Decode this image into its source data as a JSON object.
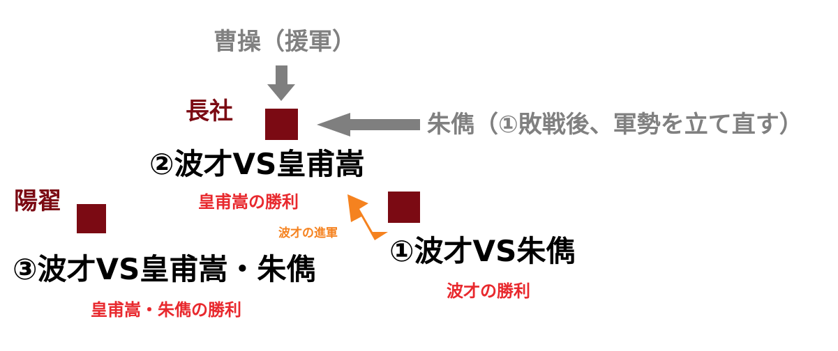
{
  "places": {
    "changshe": "長社",
    "yangzhai": "陽翟"
  },
  "battles": {
    "b1": {
      "title": "①波才VS朱儁",
      "result": "波才の勝利"
    },
    "b2": {
      "title": "②波才VS皇甫嵩",
      "result": "皇甫嵩の勝利"
    },
    "b3": {
      "title": "③波才VS皇甫嵩・朱儁",
      "result": "皇甫嵩・朱儁の勝利"
    }
  },
  "reinforcements": {
    "cao_cao": "曹操（援軍）",
    "zhu_jun": "朱儁（①敗戦後、軍勢を立て直す）"
  },
  "advance_label": "波才の進軍",
  "colors": {
    "place": "#7b0a13",
    "marker": "#7b0a13",
    "result": "#e8282d",
    "reinforcement": "#808080",
    "advance_arrow": "#f5821f",
    "battle": "#000000"
  }
}
